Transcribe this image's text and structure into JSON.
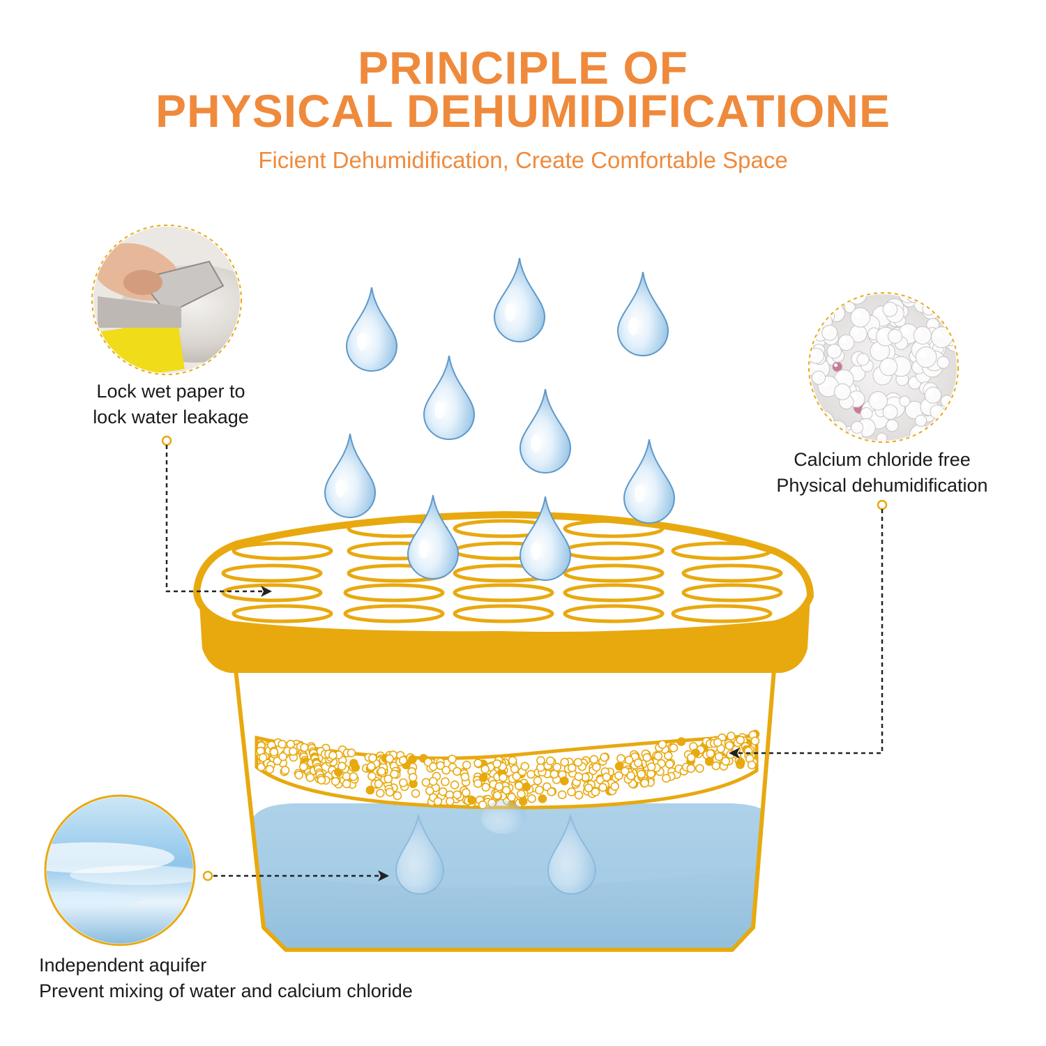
{
  "header": {
    "title_line1": "PRINCIPLE OF",
    "title_line2": "PHYSICAL DEHUMIDIFICATIONE",
    "subtitle": "Ficient Dehumidification, Create Comfortable Space"
  },
  "callouts": {
    "lock_paper": {
      "line1": "Lock wet paper to",
      "line2": "lock water leakage",
      "icon": "foil-seal-photo"
    },
    "calcium": {
      "line1": "Calcium chloride free",
      "line2": "Physical dehumidification",
      "icon": "white-beads-photo"
    },
    "aquifer": {
      "line1": "Independent aquifer",
      "line2": "Prevent mixing of water and calcium chloride",
      "icon": "water-surface-photo"
    }
  },
  "colors": {
    "title": "#ef8a3c",
    "accent": "#e8a90f",
    "water": "#9cc6e2",
    "drop": "#7fb3dc"
  }
}
